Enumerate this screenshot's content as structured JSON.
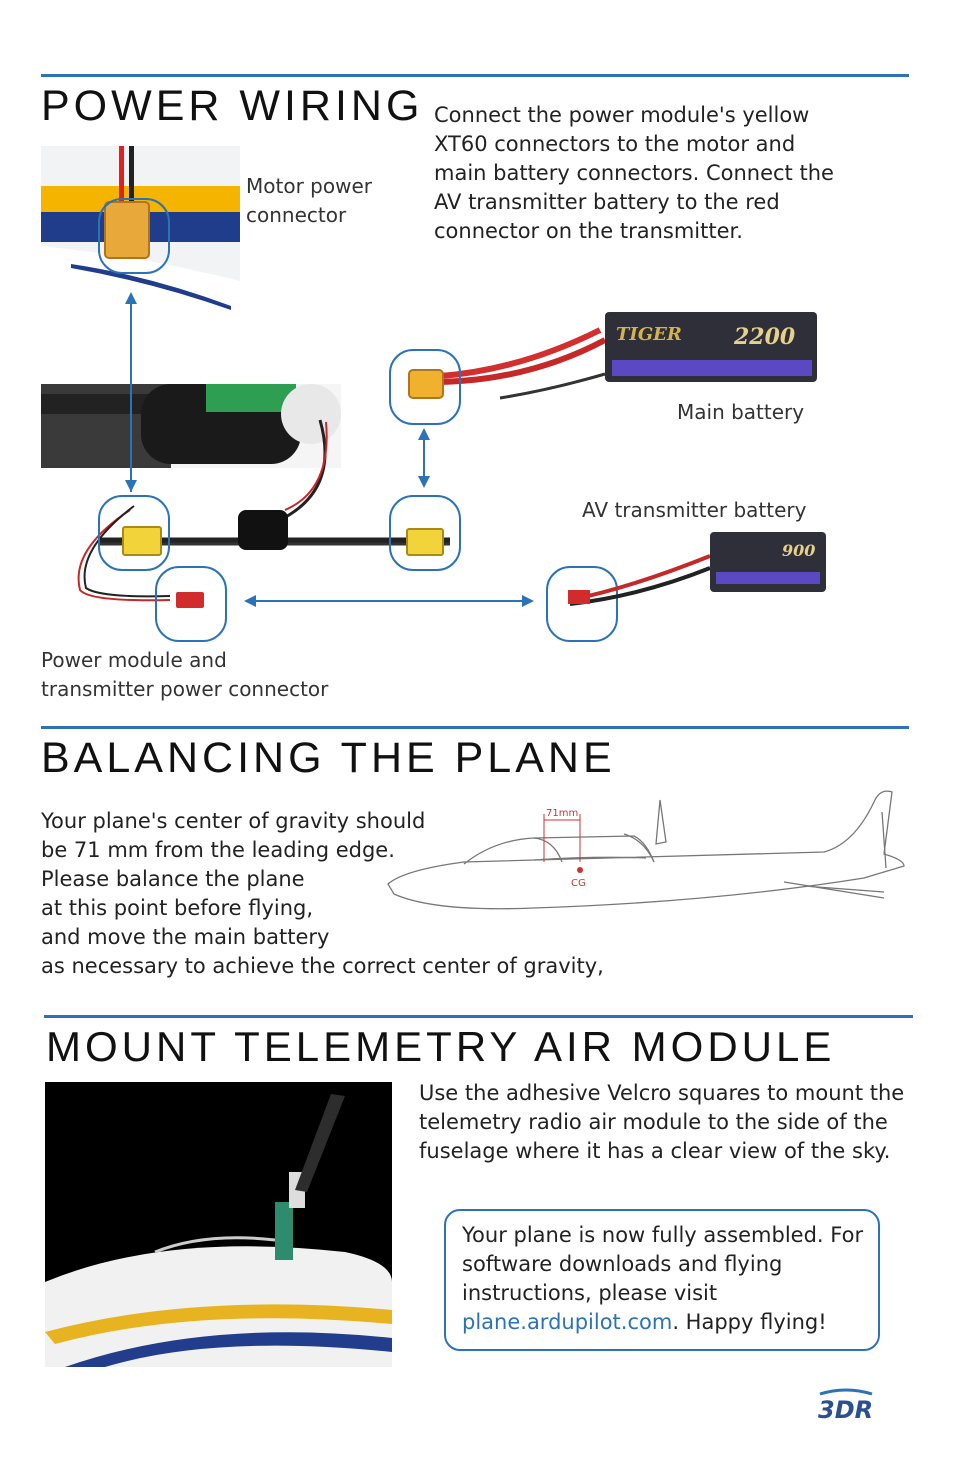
{
  "power": {
    "title": "POWER WIRING",
    "intro": "Connect the power module's yellow XT60 connectors to the motor and main battery connectors. Connect the AV transmitter battery to the red connector on the transmitter.",
    "motor_caption_1": "Motor power",
    "motor_caption_2": "connector",
    "main_battery_caption": "Main battery",
    "av_battery_caption": "AV transmitter battery",
    "power_module_caption_1": "Power module and",
    "power_module_caption_2": "transmitter power connector",
    "main_battery_brand": "TIGER",
    "main_battery_capacity": "2200",
    "av_battery_capacity": "900"
  },
  "balance": {
    "title": "BALANCING THE PLANE",
    "line1": "Your plane's center of gravity should",
    "line2": "be 71 mm from the leading edge.",
    "line3": "Please balance the plane",
    "line4": "at this point before flying,",
    "line5": "and move the main battery",
    "line6": "as necessary to achieve the correct center of gravity,",
    "dim_label": "71mm",
    "cg_label": "CG"
  },
  "telemetry": {
    "title": "MOUNT TELEMETRY AIR MODULE",
    "intro": "Use the adhesive Velcro squares to mount the telemetry radio air module to the side of the fuselage where it has a clear view of the sky.",
    "callout_text": "Your plane is now fully assembled. For software downloads and flying instructions, please visit ",
    "callout_link": "plane.ardupilot.com",
    "callout_end": ". Happy flying!"
  },
  "brand": {
    "logo_text": "3DR"
  },
  "colors": {
    "accent": "#2b73b6"
  }
}
